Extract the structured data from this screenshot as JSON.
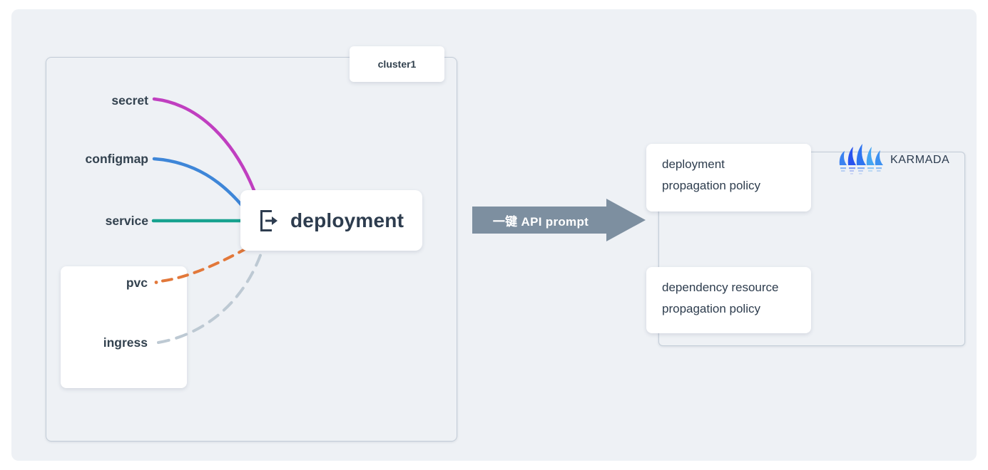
{
  "cluster_panel": {
    "title": "cluster1",
    "resources": [
      {
        "id": "secret",
        "label": "secret",
        "line_color": "#c03fc0",
        "line_style": "solid"
      },
      {
        "id": "configmap",
        "label": "configmap",
        "line_color": "#3e86d8",
        "line_style": "solid"
      },
      {
        "id": "service",
        "label": "service",
        "line_color": "#17a28f",
        "line_style": "solid"
      },
      {
        "id": "pvc",
        "label": "pvc",
        "line_color": "#e2783a",
        "line_style": "dashed"
      },
      {
        "id": "ingress",
        "label": "ingress",
        "line_color": "#bdc9d3",
        "line_style": "dashed"
      }
    ],
    "deployment_node": {
      "label": "deployment",
      "icon": "export-icon"
    }
  },
  "transform_arrow": {
    "label": "一键 API prompt",
    "color": "#7d8fa0"
  },
  "karmada_panel": {
    "logo": {
      "icon": "karmada-sails-icon",
      "text": "KARMADA"
    },
    "cards": [
      {
        "line1": "deployment",
        "line2": "propagation policy"
      },
      {
        "line1": "dependency resource",
        "line2": "propagation policy"
      }
    ]
  },
  "colors": {
    "page_background": "#ffffff",
    "panel_background": "#eef1f5",
    "box_border": "#c2ccd7",
    "text": "#33424f",
    "arrow": "#7d8fa0",
    "karmada_blues": [
      "#3b82f0",
      "#2953ee",
      "#2e74f0",
      "#45a5f2",
      "#3d90f0"
    ]
  }
}
